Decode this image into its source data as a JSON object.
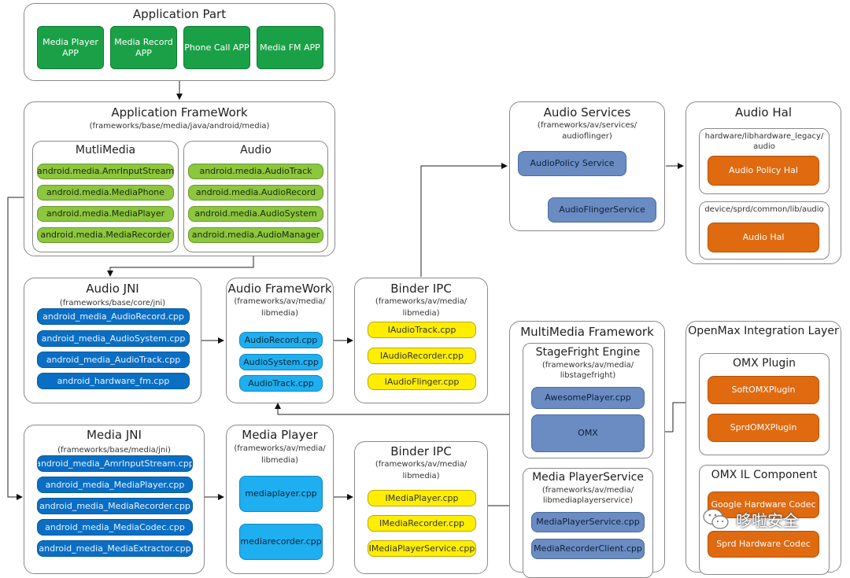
{
  "app_part": {
    "title": "Application Part",
    "apps": [
      "Media Player APP",
      "Media Record APP",
      "Phone Call APP",
      "Media FM APP"
    ]
  },
  "app_framework": {
    "title": "Application FrameWork",
    "path": "(frameworks/base/media/java/android/media)",
    "multimedia": {
      "title": "MutliMedia",
      "items": [
        "android.media.AmrInputStream",
        "android.media.MediaPhone",
        "android.media.MediaPlayer",
        "android.media.MediaRecorder"
      ]
    },
    "audio": {
      "title": "Audio",
      "items": [
        "android.media.AudioTrack",
        "android.media.AudioRecord",
        "android.media.AudioSystem",
        "android.media.AudioManager"
      ]
    }
  },
  "audio_services": {
    "title": "Audio Services",
    "path1": "(frameworks/av/services/",
    "path2": "audioflinger)",
    "policy": "AudioPolicy Service",
    "flinger": "AudioFlingerService"
  },
  "audio_hal": {
    "title": "Audio Hal",
    "legacy_path1": "hardware/libhardware_legacy/",
    "legacy_path2": "audio",
    "policy_hal": "Audio Policy Hal",
    "sprd_path": "device/sprd/common/lib/audio",
    "hal": "Audio Hal"
  },
  "audio_jni": {
    "title": "Audio JNI",
    "path": "(frameworks/base/core/jni)",
    "items": [
      "android_media_AudioRecord.cpp",
      "android_media_AudioSystem.cpp",
      "android_media_AudioTrack.cpp",
      "android_hardware_fm.cpp"
    ]
  },
  "audio_framework": {
    "title": "Audio FrameWork",
    "path1": "(frameworks/av/media/",
    "path2": "libmedia)",
    "items": [
      "AudioRecord.cpp",
      "AudioSystem.cpp",
      "AudioTrack.cpp"
    ]
  },
  "binder_ipc_1": {
    "title": "Binder IPC",
    "path1": "(frameworks/av/media/",
    "path2": "libmedia)",
    "items": [
      "IAudioTrack.cpp",
      "IAudioRecorder.cpp",
      "IAudioFlinger.cpp"
    ]
  },
  "multimedia_framework": {
    "title": "MultiMedia Framework",
    "stagefright": {
      "title": "StageFright Engine",
      "path1": "(frameworks/av/media/",
      "path2": "libstagefright)",
      "items": [
        "AwesomePlayer.cpp",
        "OMX"
      ]
    },
    "player_service": {
      "title": "Media PlayerService",
      "path1": "(frameworks/av/media/",
      "path2": "libmediaplayerservice)",
      "items": [
        "MediaPlayerService.cpp",
        "MediaRecorderClient.cpp"
      ]
    }
  },
  "openmax": {
    "title": "OpenMax Integration Layer",
    "plugin": {
      "title": "OMX Plugin",
      "items": [
        "SoftOMXPlugin",
        "SprdOMXPlugin"
      ]
    },
    "il_component": {
      "title": "OMX IL Component",
      "items": [
        "Google Hardware Codec",
        "Sprd Hardware Codec"
      ]
    }
  },
  "media_jni": {
    "title": "Media JNI",
    "path": "(frameworks/base/media/jni)",
    "items": [
      "android_media_AmrInputStream.cpp",
      "android_media_MediaPlayer.cpp",
      "android_media_MediaRecorder.cpp",
      "android_media_MediaCodec.cpp",
      "android_media_MediaExtractor.cpp"
    ]
  },
  "media_player": {
    "title": "Media Player",
    "path1": "(frameworks/av/media/",
    "path2": "libmedia)",
    "items": [
      "mediaplayer.cpp",
      "mediarecorder.cpp"
    ]
  },
  "binder_ipc_2": {
    "title": "Binder IPC",
    "path1": "(frameworks/av/media/",
    "path2": "libmedia)",
    "items": [
      "IMediaPlayer.cpp",
      "IMediaRecorder.cpp",
      "IMediaPlayerService.cpp"
    ]
  },
  "watermark": {
    "text": "哆啦安全",
    "icon": "wechat-icon"
  }
}
